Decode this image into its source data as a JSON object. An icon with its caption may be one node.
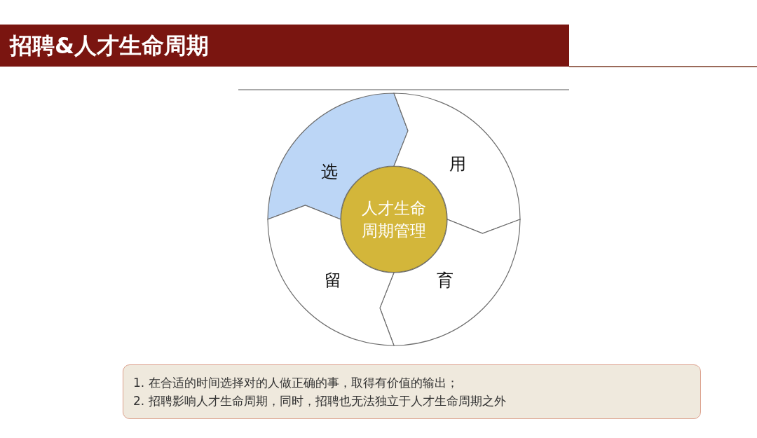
{
  "diagram": {
    "title": "招聘&人才生命周期",
    "nodes": [
      {
        "text": [
          "选"
        ]
      },
      {
        "text": [
          "用"
        ]
      },
      {
        "text": [
          "育"
        ]
      },
      {
        "text": [
          "留"
        ]
      },
      {
        "text": [
          "人才生命周期管理"
        ]
      },
      {
        "text": [
          "1.  在合适的时间选择对的人做正确的事，取得有价值的输出；",
          "2.  招聘影响人才生命周期，同时，招聘也无法独立于人才生命周期之外"
        ]
      }
    ]
  }
}
